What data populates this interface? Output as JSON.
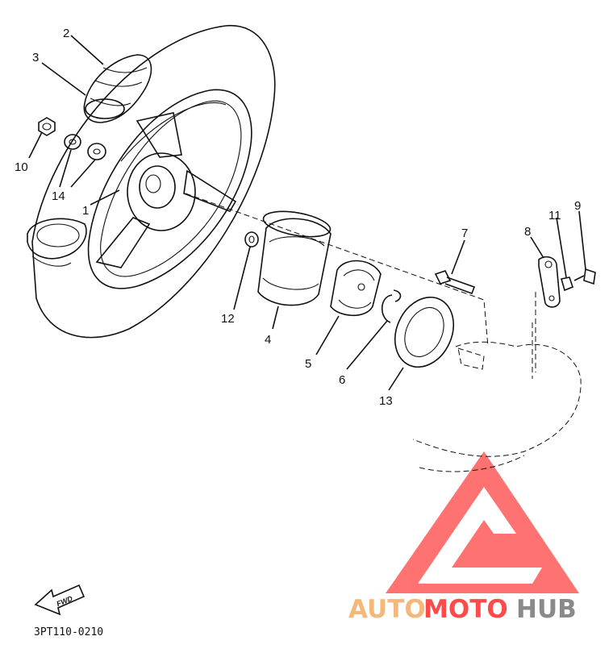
{
  "diagram": {
    "part_labels": {
      "p1": "1",
      "p2": "2",
      "p3": "3",
      "p4": "4",
      "p5": "5",
      "p6": "6",
      "p7": "7",
      "p8": "8",
      "p9": "9",
      "p10": "10",
      "p11": "11",
      "p12": "12",
      "p13": "13",
      "p14": "14"
    },
    "direction_arrow": "FWD",
    "diagram_code": "3PT110-0210"
  },
  "watermark": {
    "word_a": "AUTO",
    "word_b": "MOTO",
    "word_c": "HUB",
    "colors": {
      "red": "#ff4a4a",
      "orange": "#f5b87a",
      "gray": "#8a8a8a"
    }
  }
}
